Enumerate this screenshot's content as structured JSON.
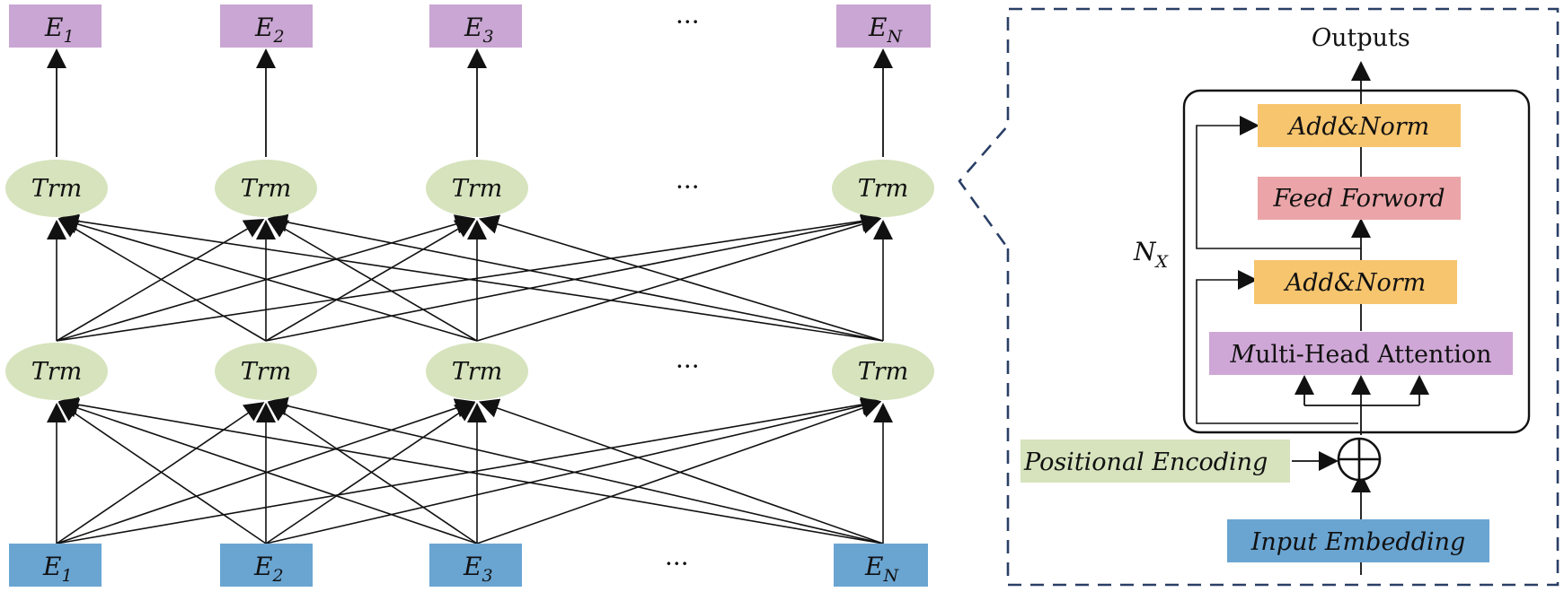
{
  "colors": {
    "output_box": "#c9a6d3",
    "input_box": "#6aa5d2",
    "trm_node": "#d6e3bd",
    "add_norm": "#f7c56e",
    "feed_forward": "#eba5a8",
    "attention": "#cfa7d6",
    "positional": "#d6e3bd",
    "embedding": "#6aa5d2",
    "dashed_border": "#2a3f66",
    "line": "#111111"
  },
  "bert": {
    "outputs": [
      {
        "base": "E",
        "sub": "1"
      },
      {
        "base": "E",
        "sub": "2"
      },
      {
        "base": "E",
        "sub": "3"
      },
      {
        "base": "E",
        "sub": "N"
      }
    ],
    "inputs": [
      {
        "base": "E",
        "sub": "1"
      },
      {
        "base": "E",
        "sub": "2"
      },
      {
        "base": "E",
        "sub": "3"
      },
      {
        "base": "E",
        "sub": "N"
      }
    ],
    "node_label": "Trm",
    "ellipsis": "···"
  },
  "encoder": {
    "outputs_prefix": "O",
    "outputs_rest": "utputs",
    "add_norm_top": "Add&Norm",
    "feed_forward": "Feed Forword",
    "add_norm_bottom": "Add&Norm",
    "mha_prefix": "M",
    "mha_rest": "ulti-Head Attention",
    "positional_encoding": "Positional Encoding",
    "input_embedding": "Input Embedding",
    "repeat_base": "N",
    "repeat_sub": "X"
  }
}
